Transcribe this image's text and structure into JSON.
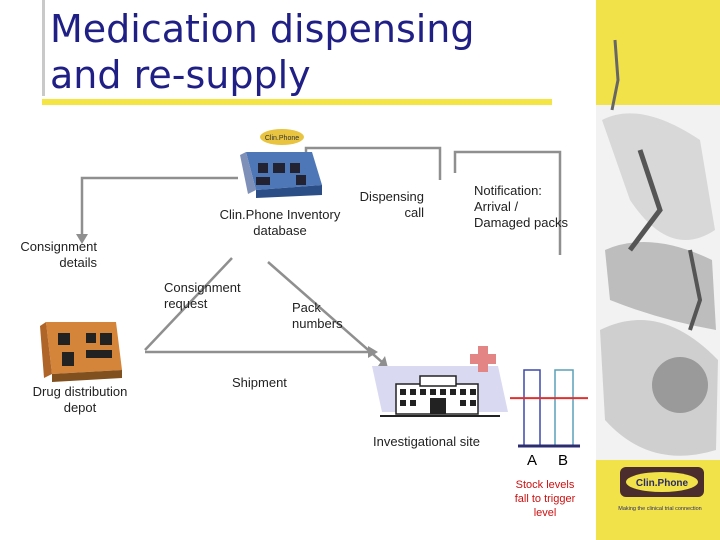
{
  "title_line1": "Medication dispensing",
  "title_line2": "and re-supply",
  "labels": {
    "inventory_db": [
      "Clin.Phone Inventory",
      "database"
    ],
    "dispensing_call": [
      "Dispensing",
      "call"
    ],
    "notification": [
      "Notification:",
      "Arrival /",
      "Damaged packs"
    ],
    "consignment_details": [
      "Consignment",
      "details"
    ],
    "consignment_request": [
      "Consignment",
      "request"
    ],
    "pack_numbers": [
      "Pack",
      "numbers"
    ],
    "shipment": "Shipment",
    "depot": [
      "Drug distribution",
      "depot"
    ],
    "site": "Investigational site",
    "stock_a": "A",
    "stock_b": "B",
    "stock_caption": [
      "Stock levels",
      "fall to trigger",
      "level"
    ]
  },
  "logo": {
    "brand": "Clin.Phone",
    "tagline": "Making the clinical trial connection"
  },
  "colors": {
    "title": "#1f1f86",
    "accent_yellow": "#f1e24a",
    "trigger_line": "#e03030",
    "bar_a": "#3d49a8",
    "bar_b": "#5aa0b8"
  },
  "stock_levels": {
    "A": 1.0,
    "B": 1.0,
    "trigger_fraction": 0.63
  }
}
